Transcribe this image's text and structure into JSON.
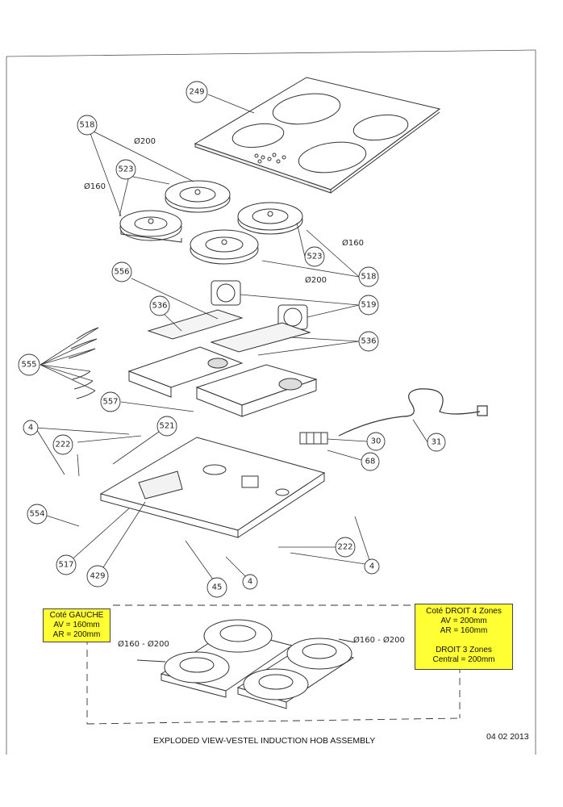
{
  "diagram": {
    "title": "EXPLODED VIEW-VESTEL INDUCTION HOB ASSEMBLY",
    "date": "04 02 2013"
  },
  "callouts": {
    "c249": "249",
    "c518a": "518",
    "c523a": "523",
    "c523b": "523",
    "c518b": "518",
    "c519": "519",
    "c556": "556",
    "c536a": "536",
    "c536b": "536",
    "c555": "555",
    "c557": "557",
    "c521": "521",
    "c4a": "4",
    "c222a": "222",
    "c30": "30",
    "c31": "31",
    "c68": "68",
    "c554": "554",
    "c517": "517",
    "c429": "429",
    "c45": "45",
    "c4b": "4",
    "c222b": "222",
    "c4c": "4"
  },
  "dimensions": {
    "d200a": "Ø200",
    "d160a": "Ø160",
    "d160b": "Ø160",
    "d200b": "Ø200",
    "left_pair": "Ø160  -  Ø200",
    "right_pair": "Ø160  -  Ø200"
  },
  "notes": {
    "left": [
      "Coté GAUCHE",
      "AV = 160mm",
      "AR = 200mm"
    ],
    "right": [
      "Coté DROIT 4 Zones",
      "AV = 200mm",
      "AR = 160mm",
      "",
      "DROIT 3 Zones",
      "Central = 200mm"
    ]
  },
  "colors": {
    "note_fill": "#ffff33",
    "line": "#333333"
  }
}
